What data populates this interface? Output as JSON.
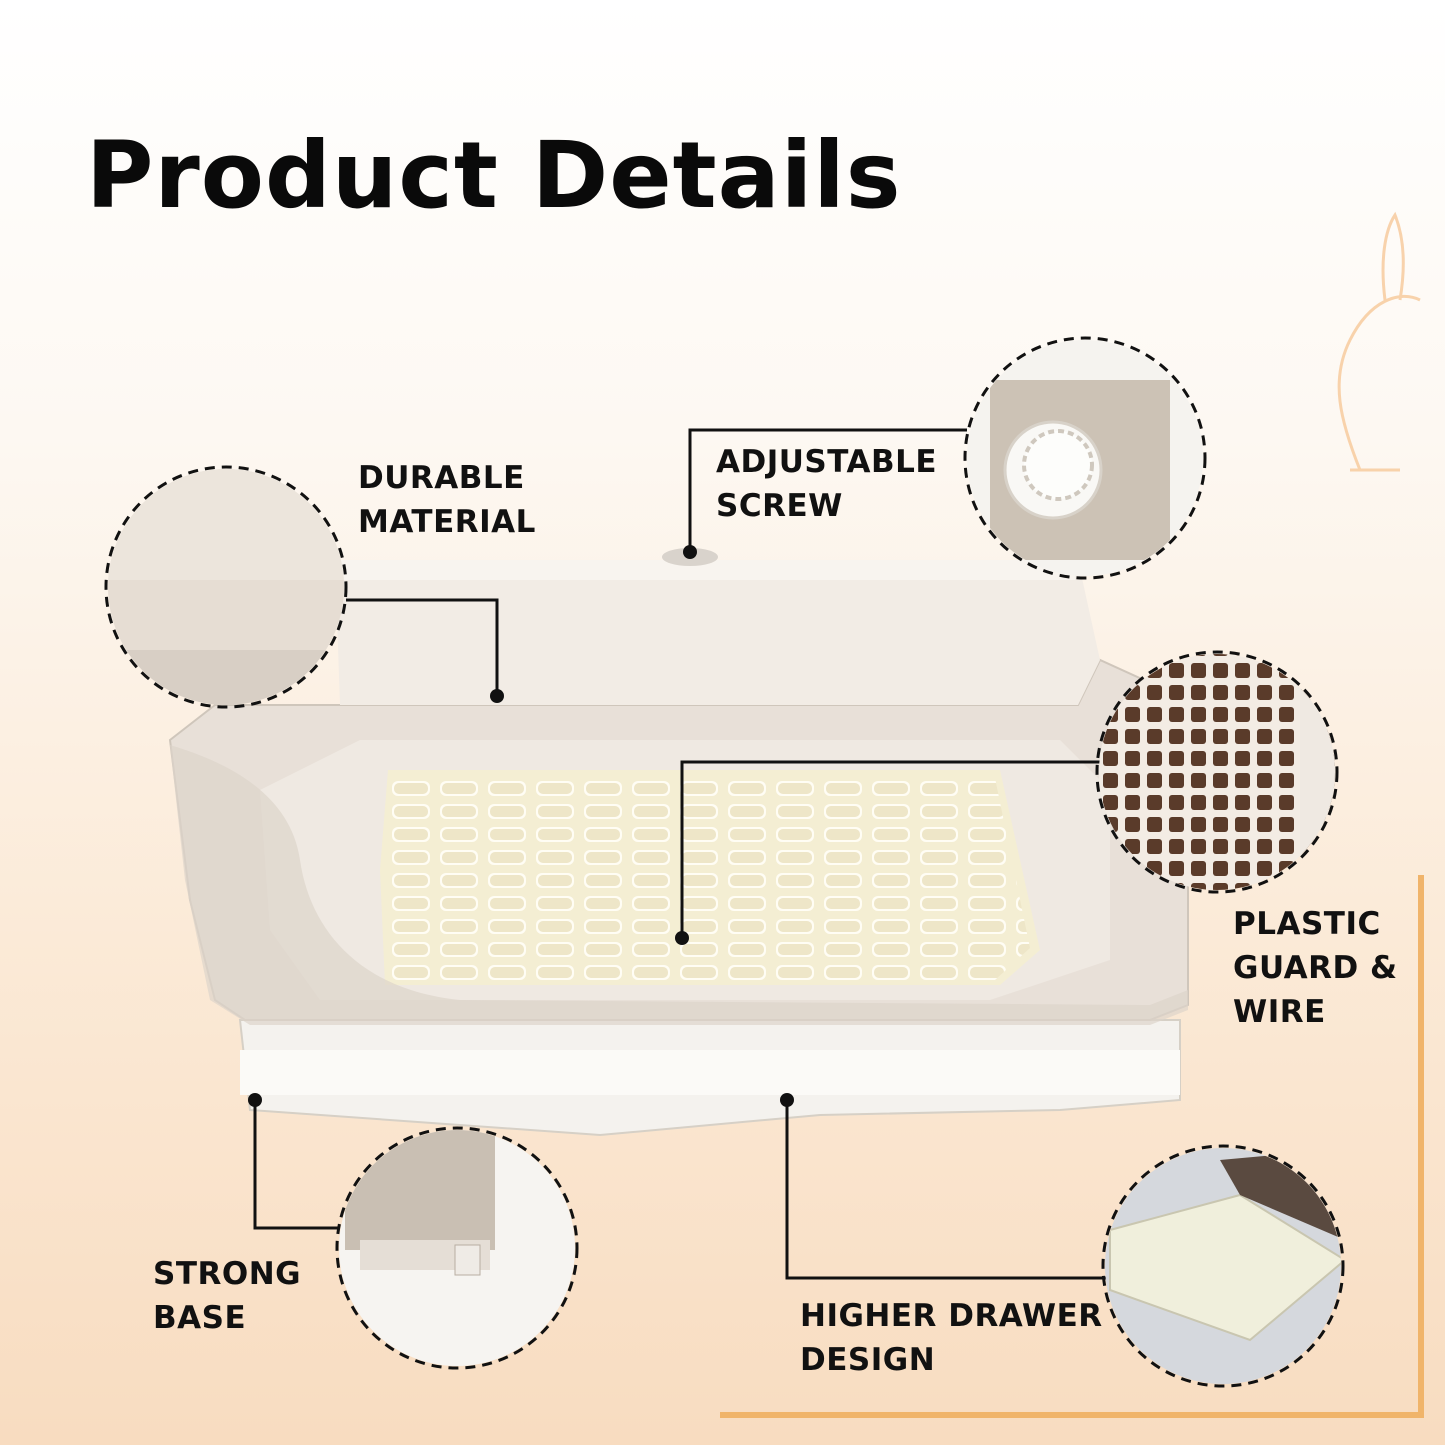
{
  "title": "Product Details",
  "features": {
    "durable_material": [
      "DURABLE",
      "MATERIAL"
    ],
    "adjustable_screw": [
      "ADJUSTABLE",
      "SCREW"
    ],
    "plastic_guard": [
      "PLASTIC",
      "GUARD &",
      "WIRE"
    ],
    "strong_base": [
      "STRONG",
      "BASE"
    ],
    "higher_drawer": [
      "HIGHER DRAWER",
      "DESIGN"
    ]
  },
  "colors": {
    "accent": "#f0b46a",
    "product": "#e9e1d8",
    "grate": "#f5f0d6"
  }
}
